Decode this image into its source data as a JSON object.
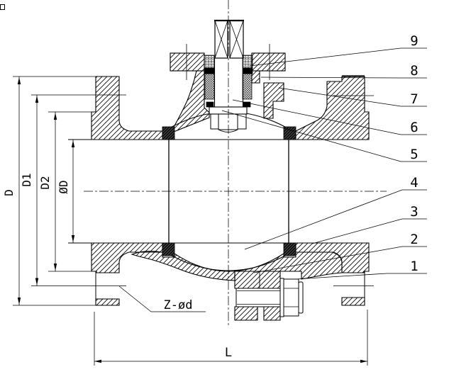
{
  "drawing": {
    "background": "#ffffff",
    "line_color": "#000000"
  },
  "dimensions": {
    "flange_outer_diameter": {
      "label": "D"
    },
    "bolt_circle_diameter": {
      "label": "D1"
    },
    "raised_face_diameter": {
      "label": "D2"
    },
    "bore_diameter": {
      "label": "ØD"
    },
    "face_to_face_length": {
      "label": "L"
    },
    "flange_bolt_holes": {
      "label": "Z-ød"
    }
  },
  "callouts": {
    "items": [
      {
        "number": "1"
      },
      {
        "number": "2"
      },
      {
        "number": "3"
      },
      {
        "number": "4"
      },
      {
        "number": "5"
      },
      {
        "number": "6"
      },
      {
        "number": "7"
      },
      {
        "number": "8"
      },
      {
        "number": "9"
      }
    ]
  }
}
